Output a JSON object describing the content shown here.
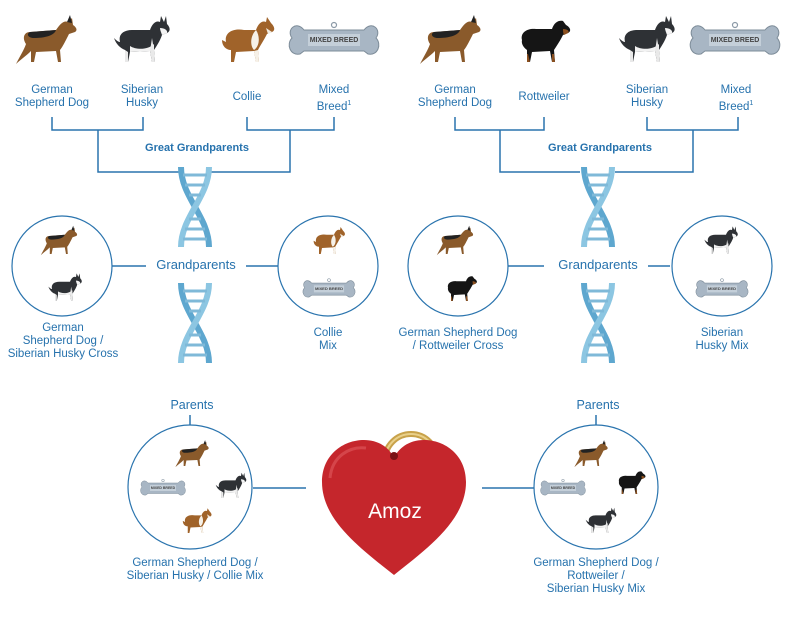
{
  "colors": {
    "line": "#2a74ae",
    "text": "#2672ad",
    "dna": "#6eb3d6",
    "heart": "#c5262c"
  },
  "left_family": {
    "great_grandparents_title": "Great Grandparents",
    "great_grandparents": [
      {
        "label": "German\nShepherd Dog",
        "icon": "german-shepherd"
      },
      {
        "label": "Siberian\nHusky",
        "icon": "siberian-husky"
      },
      {
        "label": "Collie",
        "icon": "collie"
      },
      {
        "label": "Mixed\nBreed",
        "sup": "1",
        "icon": "mixed-breed-tag"
      }
    ],
    "grandparents_title": "Grandparents",
    "grandparents": [
      {
        "label": "German\nShepherd Dog /\nSiberian Husky Cross"
      },
      {
        "label": "Collie\nMix"
      }
    ],
    "parents_title": "Parents",
    "parent_label": "German Shepherd Dog /\nSiberian Husky / Collie Mix"
  },
  "right_family": {
    "great_grandparents_title": "Great Grandparents",
    "great_grandparents": [
      {
        "label": "German\nShepherd Dog",
        "icon": "german-shepherd"
      },
      {
        "label": "Rottweiler",
        "icon": "rottweiler"
      },
      {
        "label": "Siberian\nHusky",
        "icon": "siberian-husky"
      },
      {
        "label": "Mixed\nBreed",
        "sup": "1",
        "icon": "mixed-breed-tag"
      }
    ],
    "grandparents_title": "Grandparents",
    "grandparents": [
      {
        "label": "German Shepherd Dog\n/ Rottweiler Cross"
      },
      {
        "label": "Siberian\nHusky Mix"
      }
    ],
    "parents_title": "Parents",
    "parent_label": "German Shepherd Dog /\nRottweiler /\nSiberian Husky Mix"
  },
  "tag_text": "MIXED BREED",
  "dog_name": "Amoz"
}
